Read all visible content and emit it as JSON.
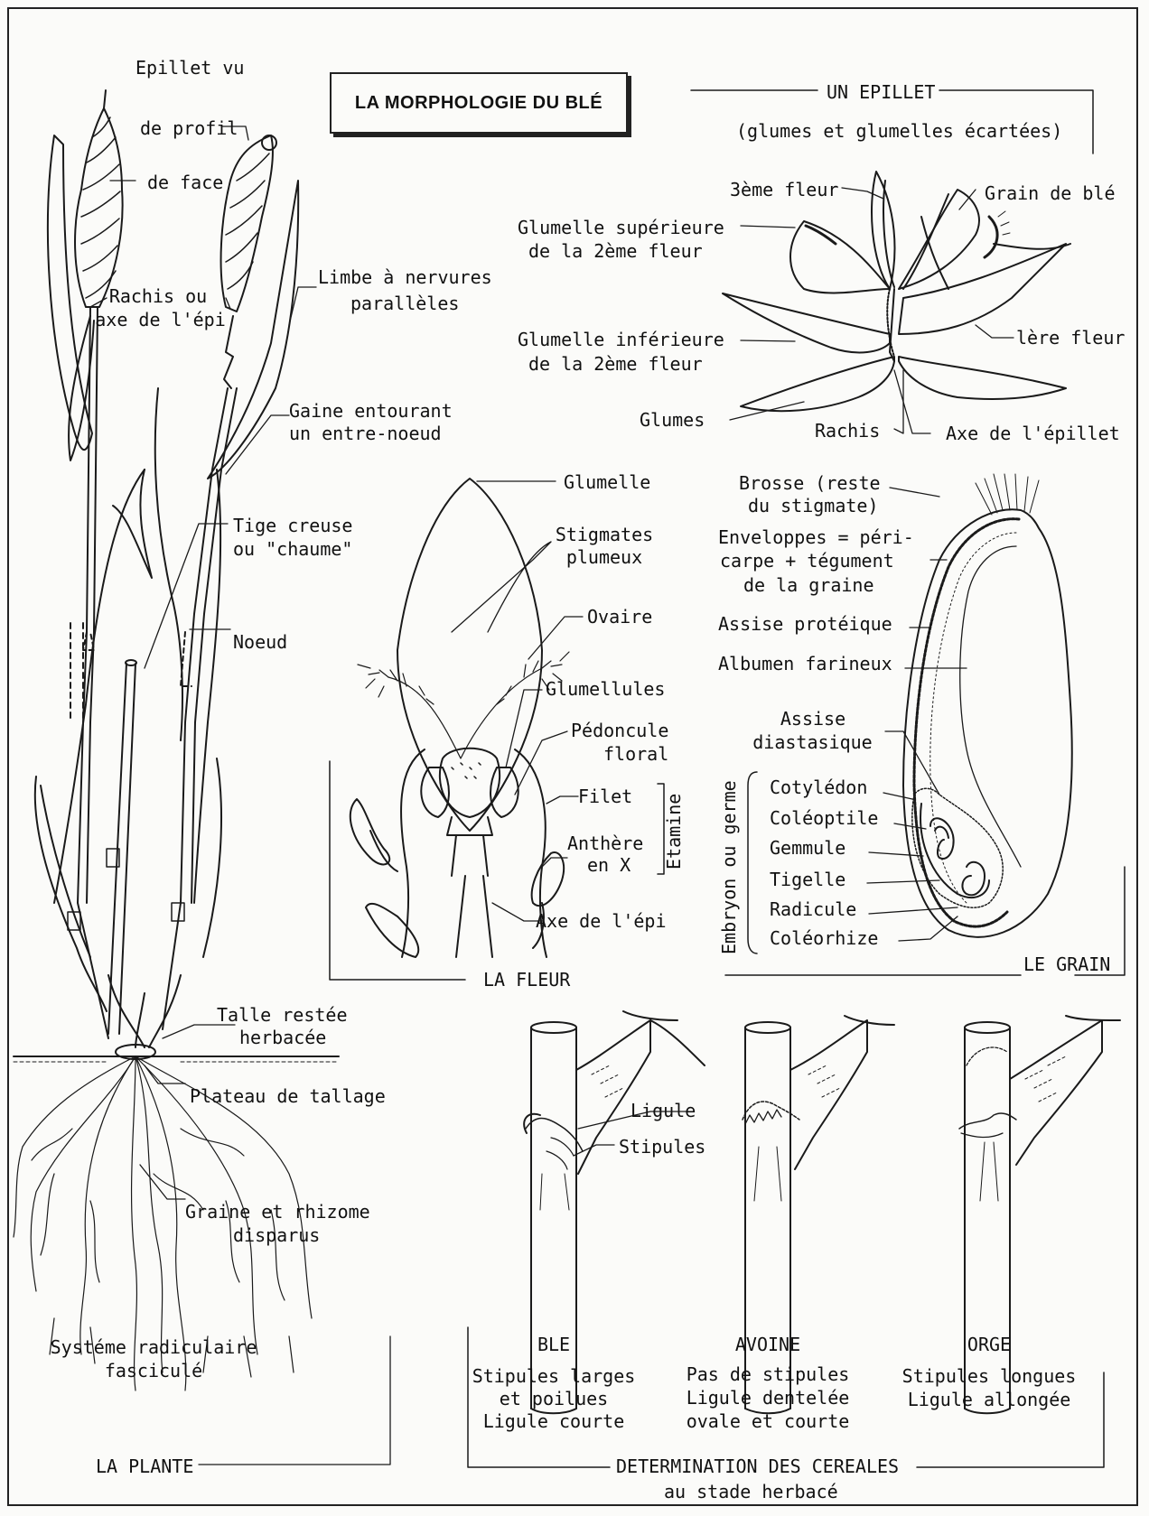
{
  "title": "LA MORPHOLOGIE DU BLÉ",
  "plante": {
    "section": "LA PLANTE",
    "labels": {
      "epillet_vu": "Epillet vu",
      "de_profil": "de profil",
      "de_face": "de face",
      "rachis_1": "Rachis ou",
      "rachis_2": "axe de l'épi",
      "limbe_1": "Limbe à nervures",
      "limbe_2": "parallèles",
      "gaine_1": "Gaine entourant",
      "gaine_2": "un entre-noeud",
      "tige_1": "Tige creuse",
      "tige_2": "ou \"chaume\"",
      "noeud": "Noeud",
      "talle_1": "Talle restée",
      "talle_2": "herbacée",
      "plateau": "Plateau de tallage",
      "graine_1": "Graine et rhizome",
      "graine_2": "disparus",
      "systeme_1": "Systéme radiculaire",
      "systeme_2": "fasciculé"
    }
  },
  "epillet": {
    "section_1": "UN EPILLET",
    "section_2": "(glumes et glumelles écartées)",
    "labels": {
      "troisieme_fleur": "3ème fleur",
      "grain_de_ble": "Grain de blé",
      "glumelle_sup_1": "Glumelle supérieure",
      "glumelle_sup_2": "de la 2ème fleur",
      "glumelle_inf_1": "Glumelle inférieure",
      "glumelle_inf_2": "de la 2ème fleur",
      "premiere_fleur": "lère fleur",
      "glumes": "Glumes",
      "rachis": "Rachis",
      "axe_epillet": "Axe de l'épillet"
    }
  },
  "fleur": {
    "section": "LA FLEUR",
    "labels": {
      "glumelle": "Glumelle",
      "stigmates_1": "Stigmates",
      "stigmates_2": "plumeux",
      "ovaire": "Ovaire",
      "glumellules": "Glumellules",
      "pedoncule_1": "Pédoncule",
      "pedoncule_2": "floral",
      "filet": "Filet",
      "anthere_1": "Anthère",
      "anthere_2": "en X",
      "etamine": "Etamine",
      "axe_epi": "Axe de l'épi"
    }
  },
  "grain": {
    "section": "LE GRAIN",
    "labels": {
      "brosse_1": "Brosse (reste",
      "brosse_2": "du stigmate)",
      "enveloppes_1": "Enveloppes = péri-",
      "enveloppes_2": "carpe + tégument",
      "enveloppes_3": "de la graine",
      "assise_prot": "Assise protéique",
      "albumen": "Albumen farineux",
      "assise_dia_1": "Assise",
      "assise_dia_2": "diastasique",
      "embryon": "Embryon ou germe",
      "cotyledon": "Cotylédon",
      "coleoptile": "Coléoptile",
      "gemmule": "Gemmule",
      "tigelle": "Tigelle",
      "radicule": "Radicule",
      "coleorhize": "Coléorhize"
    }
  },
  "cereales": {
    "section_1": "DETERMINATION DES CEREALES",
    "section_2": "au stade herbacé",
    "ligule": "Ligule",
    "stipules": "Stipules",
    "items": [
      {
        "name": "BLE",
        "desc_1": "Stipules larges",
        "desc_2": "et poilues",
        "desc_3": "Ligule courte"
      },
      {
        "name": "AVOINE",
        "desc_1": "Pas de stipules",
        "desc_2": "Ligule dentelée",
        "desc_3": "ovale et courte"
      },
      {
        "name": "ORGE",
        "desc_1": "Stipules longues",
        "desc_2": "Ligule allongée",
        "desc_3": ""
      }
    ]
  }
}
